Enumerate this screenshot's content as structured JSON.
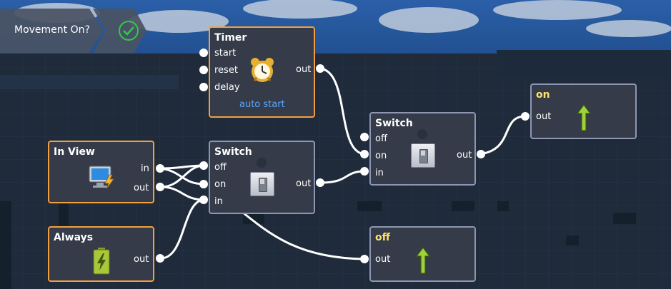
{
  "banner": {
    "label": "Movement On?",
    "icon": "check-circle-icon",
    "accent": "#2ecc40"
  },
  "nodes": {
    "timer": {
      "title": "Timer",
      "ports_in": [
        "start",
        "reset",
        "delay"
      ],
      "port_out": "out",
      "footer": "auto start",
      "icon": "alarm-clock-icon"
    },
    "in_view": {
      "title": "In View",
      "port_in": "in",
      "port_out": "out",
      "icon": "monitor-icon"
    },
    "always": {
      "title": "Always",
      "port_out": "out",
      "icon": "battery-icon"
    },
    "switch1": {
      "title": "Switch",
      "ports_in": [
        "off",
        "on",
        "in"
      ],
      "port_out": "out",
      "icon": "toggle-switch-icon"
    },
    "switch2": {
      "title": "Switch",
      "ports_in": [
        "off",
        "on",
        "in"
      ],
      "port_out": "out",
      "icon": "toggle-switch-icon"
    },
    "on_node": {
      "title": "on",
      "port_in": "out",
      "icon": "up-arrow-icon"
    },
    "off_node": {
      "title": "off",
      "port_in": "out",
      "icon": "up-arrow-icon"
    }
  },
  "colors": {
    "node_border": "#8d97b4",
    "node_border_active": "#f0a040",
    "accent_blue": "#5aa9ff",
    "title_yellow": "#ffe36a"
  }
}
